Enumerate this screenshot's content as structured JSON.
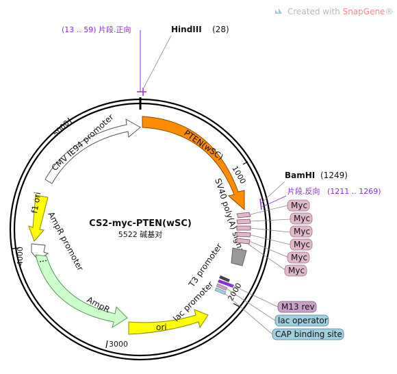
{
  "brand": {
    "prefix": "Created with ",
    "name": "SnapGene",
    "suffix": "®"
  },
  "plasmid": {
    "name": "CS2-myc-PTEN(wSC)",
    "size": "5522 碱基对"
  },
  "features": {
    "cmv": "CMV IE94 promoter",
    "pten": "PTEN(wSC)",
    "sv40": "SV40 poly(A) signal",
    "f1": "f1 ori",
    "ampr_promoter": "AmpR promoter",
    "ampr": "AmpR",
    "ori": "ori",
    "lac_promoter": "lac promoter",
    "t3": "T3 promoter"
  },
  "ticks": {
    "t1000": "1000",
    "t2000": "2000",
    "t3000": "3000",
    "t4000": "4000",
    "t5000": "5000"
  },
  "sites": {
    "hindiii": {
      "name": "HindIII",
      "pos": "(28)"
    },
    "bamhi": {
      "name": "BamHI",
      "pos": "(1249)"
    }
  },
  "fragments": {
    "top": "(13 .. 59)  片段.正向",
    "right_label": "片段.反向",
    "right_range": "(1211 .. 1269)"
  },
  "myc_tags": [
    "Myc",
    "Myc",
    "Myc",
    "Myc",
    "Myc",
    "Myc"
  ],
  "small_features": {
    "m13": "M13 rev",
    "lac_operator": "lac operator",
    "cap": "CAP binding site"
  },
  "colors": {
    "pten": "#ff8c00",
    "yellow": "#ffff00",
    "ampr": "#ccffcc",
    "myc": "#e0b8c8",
    "m13": "#c8a0c8",
    "blue": "#a0d0e0",
    "purple": "#8a2be2"
  }
}
